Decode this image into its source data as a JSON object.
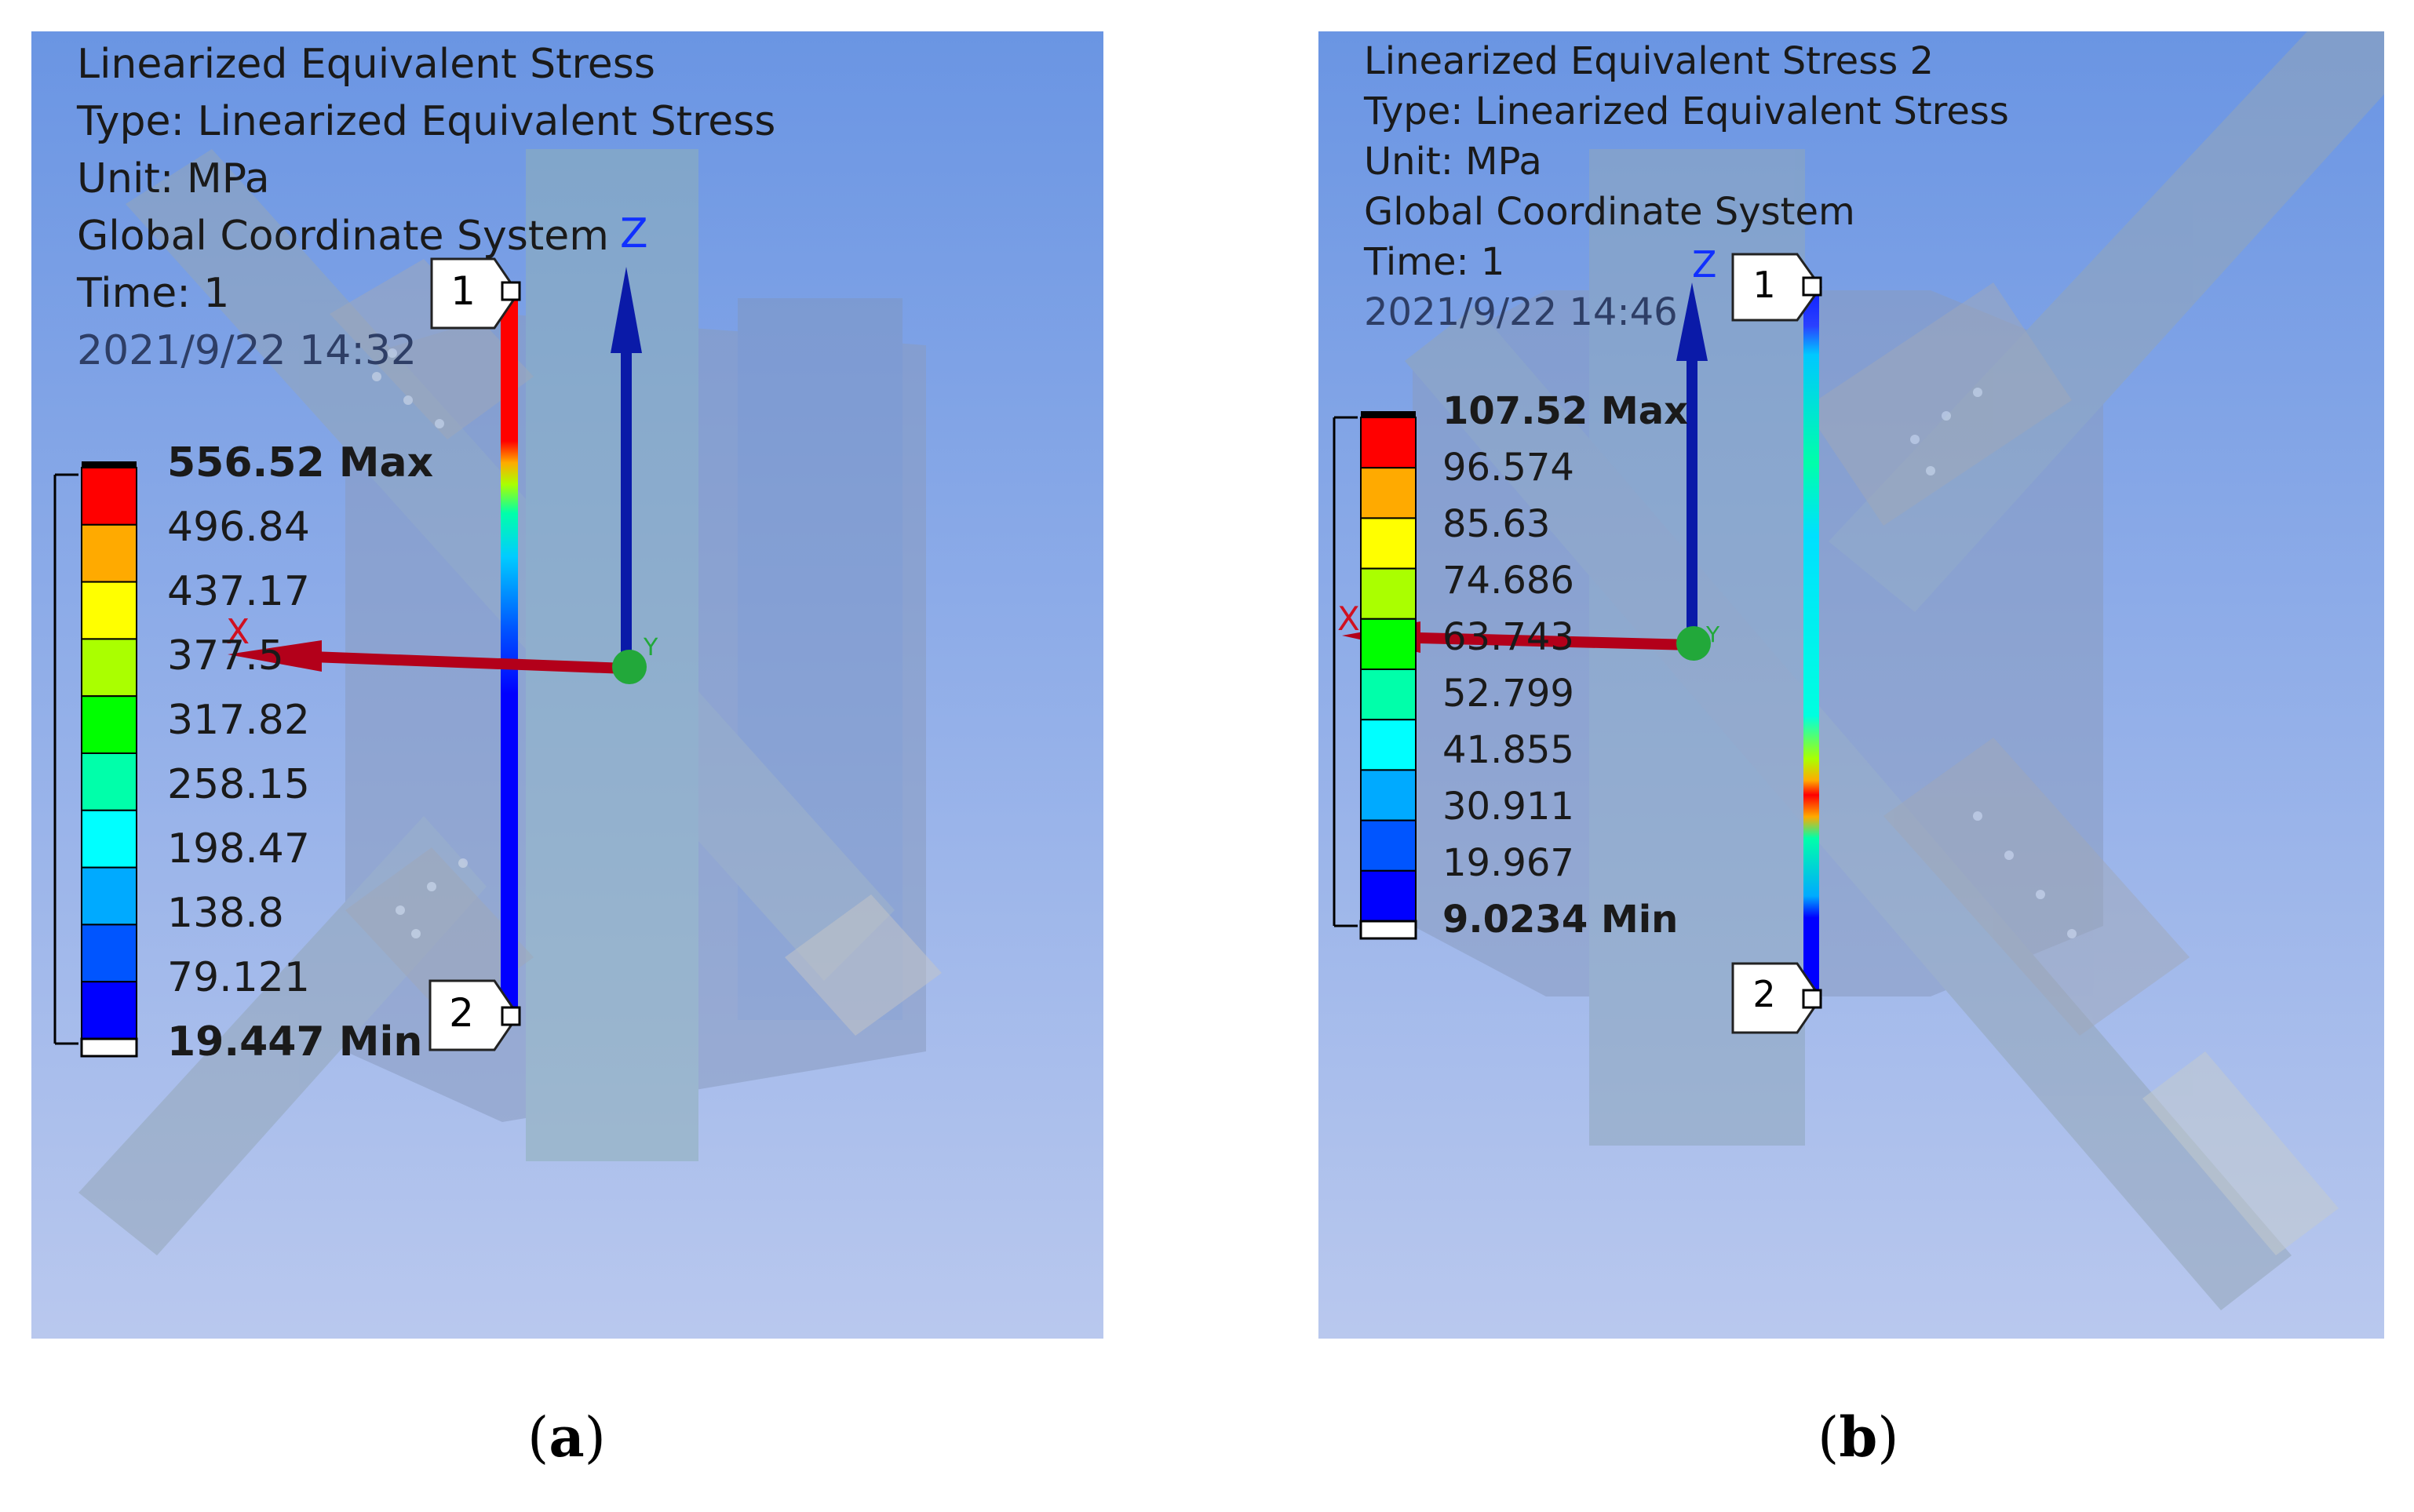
{
  "panels": [
    {
      "id": "a",
      "caption_letter": "a",
      "info": {
        "title": "Linearized Equivalent Stress",
        "type": "Type: Linearized Equivalent Stress",
        "unit": "Unit: MPa",
        "coord": "Global Coordinate System",
        "time": "Time: 1",
        "date": "2021/9/22 14:32"
      },
      "legend": {
        "max_label": "556.52 Max",
        "min_label": "19.447 Min",
        "levels": [
          "496.84",
          "437.17",
          "377.5",
          "317.82",
          "258.15",
          "198.47",
          "138.8",
          "79.121"
        ]
      },
      "markers": [
        "1",
        "2"
      ],
      "axes": {
        "z": "Z",
        "x": "X",
        "y": "Y"
      }
    },
    {
      "id": "b",
      "caption_letter": "b",
      "info": {
        "title": "Linearized Equivalent Stress 2",
        "type": "Type: Linearized Equivalent Stress",
        "unit": "Unit: MPa",
        "coord": "Global Coordinate System",
        "time": "Time: 1",
        "date": "2021/9/22 14:46"
      },
      "legend": {
        "max_label": "107.52 Max",
        "min_label": "9.0234 Min",
        "levels": [
          "96.574",
          "85.63",
          "74.686",
          "63.743",
          "52.799",
          "41.855",
          "30.911",
          "19.967"
        ]
      },
      "markers": [
        "1",
        "2"
      ],
      "axes": {
        "z": "Z",
        "x": "X",
        "y": "Y"
      }
    }
  ],
  "colors": {
    "legend_scale": [
      "#ff0000",
      "#ffaa00",
      "#ffff00",
      "#aaff00",
      "#00ff00",
      "#00ffaa",
      "#00ffff",
      "#00aaff",
      "#0055ff",
      "#0000ff"
    ],
    "bg_top": "#6a95e3",
    "bg_bottom": "#b9c8ee"
  }
}
